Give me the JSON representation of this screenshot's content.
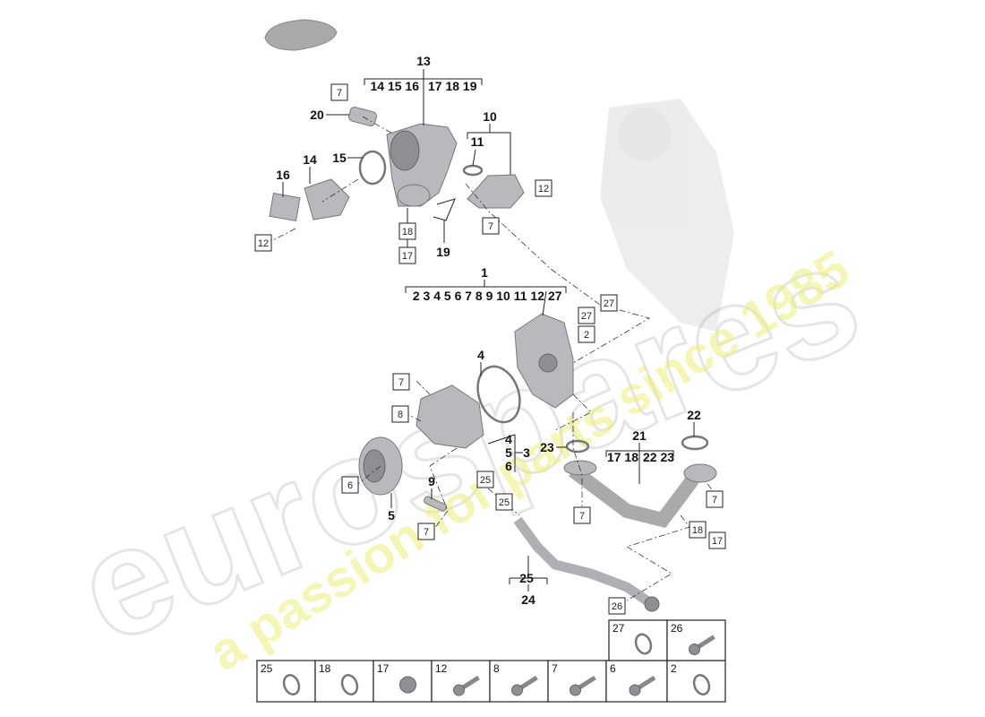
{
  "watermark": {
    "brand": "eurospares",
    "tagline": "a passion for parts since 1985"
  },
  "callouts": {
    "assembly_13": {
      "number": "13",
      "contents_left": "14 15 16",
      "contents_right": "17 18 19"
    },
    "assembly_10": {
      "number": "10"
    },
    "assembly_1": {
      "number": "1",
      "contents_left": "2 3 4 5 6 7 8 9 10 11 12",
      "contents_right": "27"
    },
    "assembly_21": {
      "number": "21",
      "contents_left": "17 18",
      "contents_right": "22 23"
    },
    "assembly_3": {
      "number": "3",
      "contents": [
        "4",
        "5",
        "6"
      ]
    },
    "assembly_24": {
      "number": "24",
      "contents": "25"
    },
    "plain": [
      "20",
      "11",
      "15",
      "14",
      "16",
      "19",
      "4",
      "22",
      "23",
      "9",
      "5"
    ],
    "boxed": [
      "7",
      "12",
      "7",
      "12",
      "18",
      "17",
      "27",
      "27",
      "2",
      "7",
      "8",
      "6",
      "25",
      "25",
      "7",
      "7",
      "7",
      "18",
      "17",
      "26"
    ]
  },
  "hardware_table": {
    "top_row": [
      "27",
      "26"
    ],
    "bottom_row": [
      "25",
      "18",
      "17",
      "12",
      "8",
      "7",
      "6",
      "2"
    ]
  }
}
